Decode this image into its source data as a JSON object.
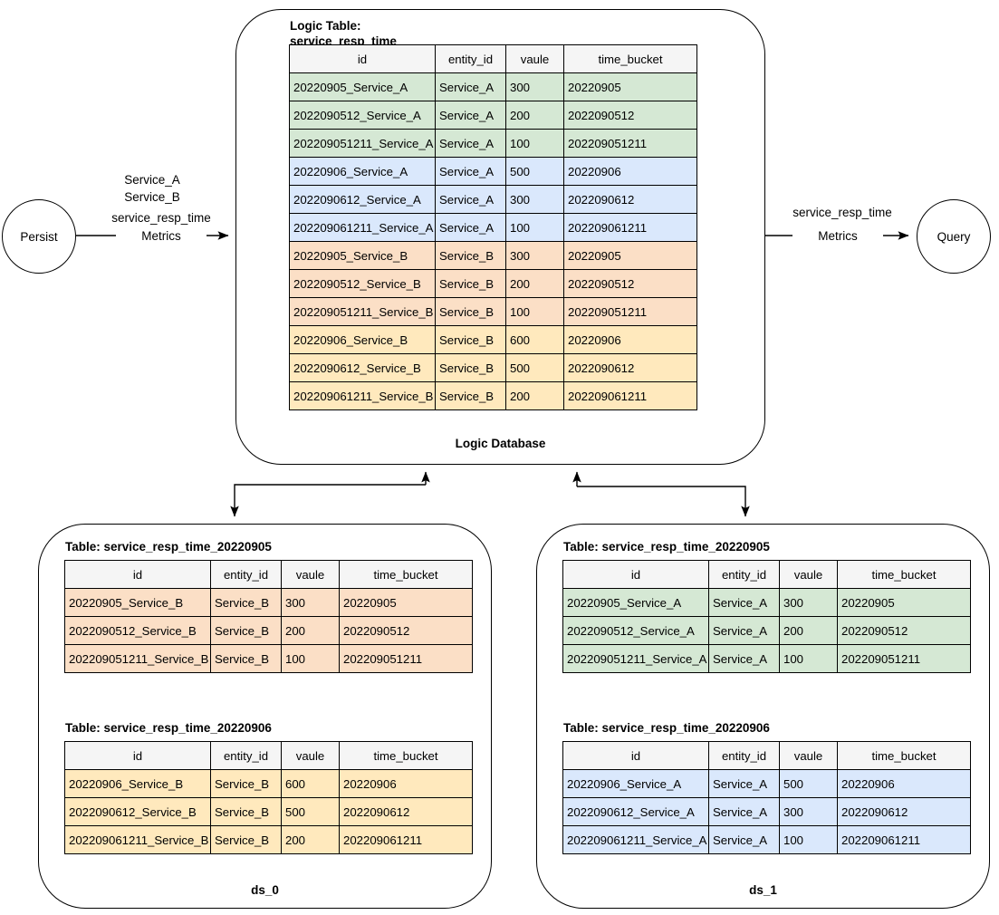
{
  "diagram": {
    "title_logic_table": "Logic Table:\nservice_resp_time",
    "logic_database_label": "Logic Database",
    "persist_label": "Persist",
    "query_label": "Query",
    "left_edge_top_label": "Service_A\nService_B",
    "left_edge_mid_label": "service_resp_time",
    "left_edge_line_label": "Metrics",
    "right_edge_mid_label": "service_resp_time",
    "right_edge_line_label": "Metrics",
    "ds0_footer": "ds_0",
    "ds1_footer": "ds_1",
    "ds0_table1_caption": "Table: service_resp_time_20220905",
    "ds0_table2_caption": "Table: service_resp_time_20220906",
    "ds1_table1_caption": "Table: service_resp_time_20220905",
    "ds1_table2_caption": "Table: service_resp_time_20220906"
  },
  "columns": [
    "id",
    "entity_id",
    "vaule",
    "time_bucket"
  ],
  "colors": {
    "green": "#d5e8d4",
    "blue": "#dae8fc",
    "orange": "#fbdfc6",
    "yellow": "#ffe9bd",
    "header": "#f5f5f5",
    "stroke": "#000000"
  },
  "logic_table": {
    "name": "service_resp_time",
    "rows": [
      {
        "id": "20220905_Service_A",
        "entity_id": "Service_A",
        "vaule": "300",
        "time_bucket": "20220905",
        "color": "green"
      },
      {
        "id": "2022090512_Service_A",
        "entity_id": "Service_A",
        "vaule": "200",
        "time_bucket": "2022090512",
        "color": "green"
      },
      {
        "id": "202209051211_Service_A",
        "entity_id": "Service_A",
        "vaule": "100",
        "time_bucket": "202209051211",
        "color": "green"
      },
      {
        "id": "20220906_Service_A",
        "entity_id": "Service_A",
        "vaule": "500",
        "time_bucket": "20220906",
        "color": "blue"
      },
      {
        "id": "2022090612_Service_A",
        "entity_id": "Service_A",
        "vaule": "300",
        "time_bucket": "2022090612",
        "color": "blue"
      },
      {
        "id": "202209061211_Service_A",
        "entity_id": "Service_A",
        "vaule": "100",
        "time_bucket": "202209061211",
        "color": "blue"
      },
      {
        "id": "20220905_Service_B",
        "entity_id": "Service_B",
        "vaule": "300",
        "time_bucket": "20220905",
        "color": "orange"
      },
      {
        "id": "2022090512_Service_B",
        "entity_id": "Service_B",
        "vaule": "200",
        "time_bucket": "2022090512",
        "color": "orange"
      },
      {
        "id": "202209051211_Service_B",
        "entity_id": "Service_B",
        "vaule": "100",
        "time_bucket": "202209051211",
        "color": "orange"
      },
      {
        "id": "20220906_Service_B",
        "entity_id": "Service_B",
        "vaule": "600",
        "time_bucket": "20220906",
        "color": "yellow"
      },
      {
        "id": "2022090612_Service_B",
        "entity_id": "Service_B",
        "vaule": "500",
        "time_bucket": "2022090612",
        "color": "yellow"
      },
      {
        "id": "202209061211_Service_B",
        "entity_id": "Service_B",
        "vaule": "200",
        "time_bucket": "202209061211",
        "color": "yellow"
      }
    ]
  },
  "ds0": {
    "name": "ds_0",
    "tables": [
      {
        "caption": "Table: service_resp_time_20220905",
        "rows": [
          {
            "id": "20220905_Service_B",
            "entity_id": "Service_B",
            "vaule": "300",
            "time_bucket": "20220905",
            "color": "orange"
          },
          {
            "id": "2022090512_Service_B",
            "entity_id": "Service_B",
            "vaule": "200",
            "time_bucket": "2022090512",
            "color": "orange"
          },
          {
            "id": "202209051211_Service_B",
            "entity_id": "Service_B",
            "vaule": "100",
            "time_bucket": "202209051211",
            "color": "orange"
          }
        ]
      },
      {
        "caption": "Table: service_resp_time_20220906",
        "rows": [
          {
            "id": "20220906_Service_B",
            "entity_id": "Service_B",
            "vaule": "600",
            "time_bucket": "20220906",
            "color": "yellow"
          },
          {
            "id": "2022090612_Service_B",
            "entity_id": "Service_B",
            "vaule": "500",
            "time_bucket": "2022090612",
            "color": "yellow"
          },
          {
            "id": "202209061211_Service_B",
            "entity_id": "Service_B",
            "vaule": "200",
            "time_bucket": "202209061211",
            "color": "yellow"
          }
        ]
      }
    ]
  },
  "ds1": {
    "name": "ds_1",
    "tables": [
      {
        "caption": "Table: service_resp_time_20220905",
        "rows": [
          {
            "id": "20220905_Service_A",
            "entity_id": "Service_A",
            "vaule": "300",
            "time_bucket": "20220905",
            "color": "green"
          },
          {
            "id": "2022090512_Service_A",
            "entity_id": "Service_A",
            "vaule": "200",
            "time_bucket": "2022090512",
            "color": "green"
          },
          {
            "id": "202209051211_Service_A",
            "entity_id": "Service_A",
            "vaule": "100",
            "time_bucket": "202209051211",
            "color": "green"
          }
        ]
      },
      {
        "caption": "Table: service_resp_time_20220906",
        "rows": [
          {
            "id": "20220906_Service_A",
            "entity_id": "Service_A",
            "vaule": "500",
            "time_bucket": "20220906",
            "color": "blue"
          },
          {
            "id": "2022090612_Service_A",
            "entity_id": "Service_A",
            "vaule": "300",
            "time_bucket": "2022090612",
            "color": "blue"
          },
          {
            "id": "202209061211_Service_A",
            "entity_id": "Service_A",
            "vaule": "100",
            "time_bucket": "202209061211",
            "color": "blue"
          }
        ]
      }
    ]
  }
}
